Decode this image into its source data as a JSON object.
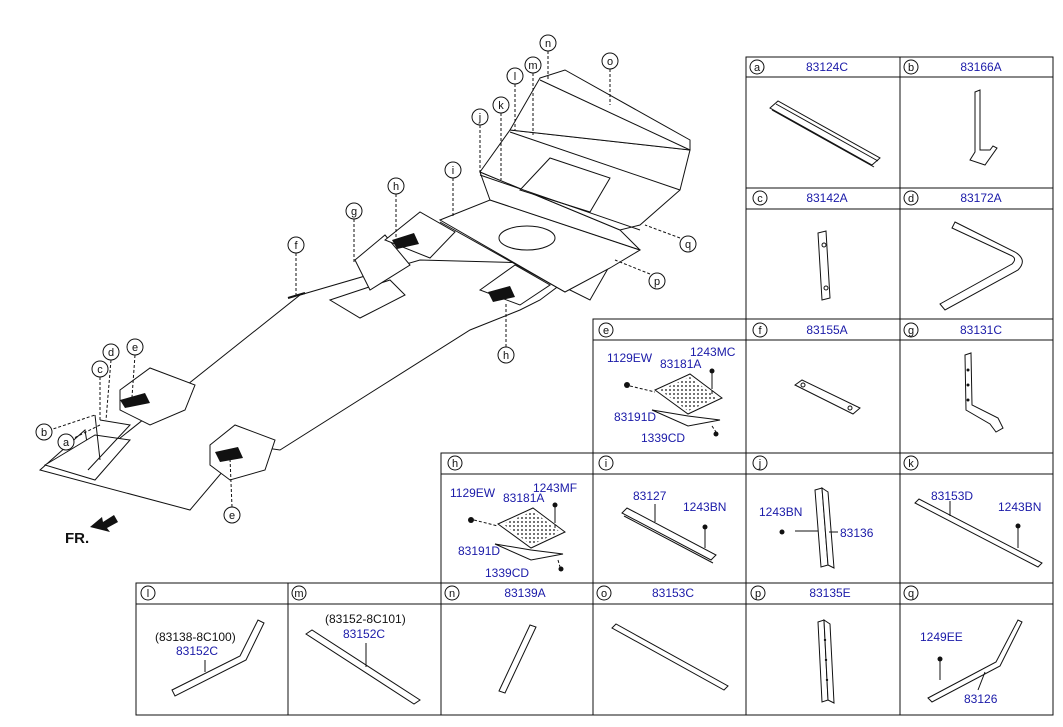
{
  "direction_label": "FR.",
  "main_callouts": [
    "a",
    "b",
    "c",
    "d",
    "e",
    "e",
    "f",
    "g",
    "h",
    "h",
    "i",
    "j",
    "k",
    "l",
    "m",
    "n",
    "o",
    "p",
    "q"
  ],
  "panels": {
    "a": {
      "letter": "a",
      "part": "83124C"
    },
    "b": {
      "letter": "b",
      "part": "83166A"
    },
    "c": {
      "letter": "c",
      "part": "83142A"
    },
    "d": {
      "letter": "d",
      "part": "83172A"
    },
    "e": {
      "letter": "e",
      "labels": [
        "1129EW",
        "83181A",
        "1243MC",
        "83191D",
        "1339CD"
      ]
    },
    "f": {
      "letter": "f",
      "part": "83155A"
    },
    "g": {
      "letter": "g",
      "part": "83131C"
    },
    "h": {
      "letter": "h",
      "labels": [
        "1129EW",
        "83181A",
        "1243MF",
        "83191D",
        "1339CD"
      ]
    },
    "i": {
      "letter": "i",
      "labels": [
        "83127",
        "1243BN"
      ]
    },
    "j": {
      "letter": "j",
      "labels": [
        "1243BN",
        "83136"
      ]
    },
    "k": {
      "letter": "k",
      "labels": [
        "83153D",
        "1243BN"
      ]
    },
    "l": {
      "letter": "l",
      "labels": [
        "(83138-8C100)",
        "83152C"
      ]
    },
    "m": {
      "letter": "m",
      "labels": [
        "(83152-8C101)",
        "83152C"
      ]
    },
    "n": {
      "letter": "n",
      "part": "83139A"
    },
    "o": {
      "letter": "o",
      "part": "83153C"
    },
    "p": {
      "letter": "p",
      "part": "83135E"
    },
    "q": {
      "letter": "q",
      "labels": [
        "1249EE",
        "83126"
      ]
    }
  }
}
